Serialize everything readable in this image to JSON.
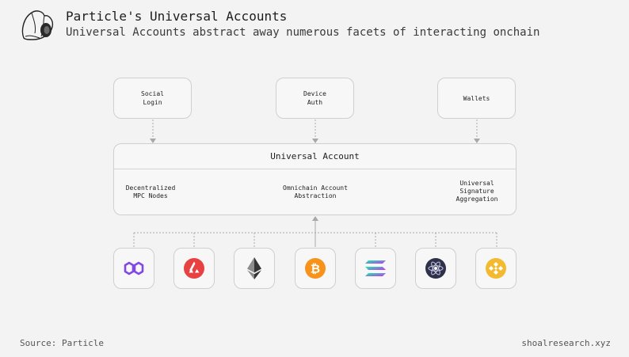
{
  "header": {
    "title": "Particle's Universal Accounts",
    "subtitle": "Universal Accounts abstract away numerous facets of interacting onchain"
  },
  "inputs": [
    {
      "label": "Social\nLogin"
    },
    {
      "label": "Device\nAuth"
    },
    {
      "label": "Wallets"
    }
  ],
  "universal_account": {
    "title": "Universal Account",
    "components": [
      {
        "label": "Decentralized\nMPC Nodes"
      },
      {
        "label": "Omnichain Account\nAbstraction"
      },
      {
        "label": "Universal\nSignature\nAggregation"
      }
    ]
  },
  "chains": [
    {
      "icon": "polygon-icon",
      "color": "#8247e5"
    },
    {
      "icon": "avalanche-icon",
      "color": "#e84142"
    },
    {
      "icon": "ethereum-icon",
      "color": "#343434"
    },
    {
      "icon": "bitcoin-icon",
      "color": "#f7931a"
    },
    {
      "icon": "solana-icon",
      "color": "#9945ff"
    },
    {
      "icon": "cosmos-icon",
      "color": "#2e3148"
    },
    {
      "icon": "bnb-icon",
      "color": "#f3ba2f"
    }
  ],
  "footer": {
    "source": "Source: Particle",
    "site": "shoalresearch.xyz"
  }
}
